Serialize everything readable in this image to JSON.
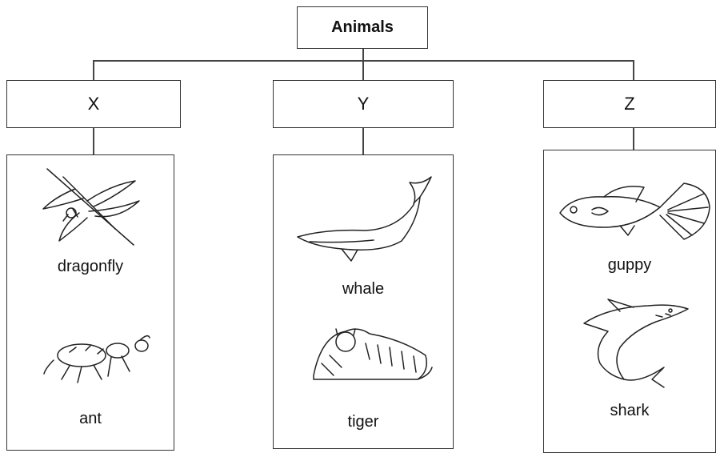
{
  "root": {
    "label": "Animals"
  },
  "groups": [
    {
      "label": "X",
      "animals": [
        {
          "name": "dragonfly"
        },
        {
          "name": "ant"
        }
      ]
    },
    {
      "label": "Y",
      "animals": [
        {
          "name": "whale"
        },
        {
          "name": "tiger"
        }
      ]
    },
    {
      "label": "Z",
      "animals": [
        {
          "name": "guppy"
        },
        {
          "name": "shark"
        }
      ]
    }
  ]
}
